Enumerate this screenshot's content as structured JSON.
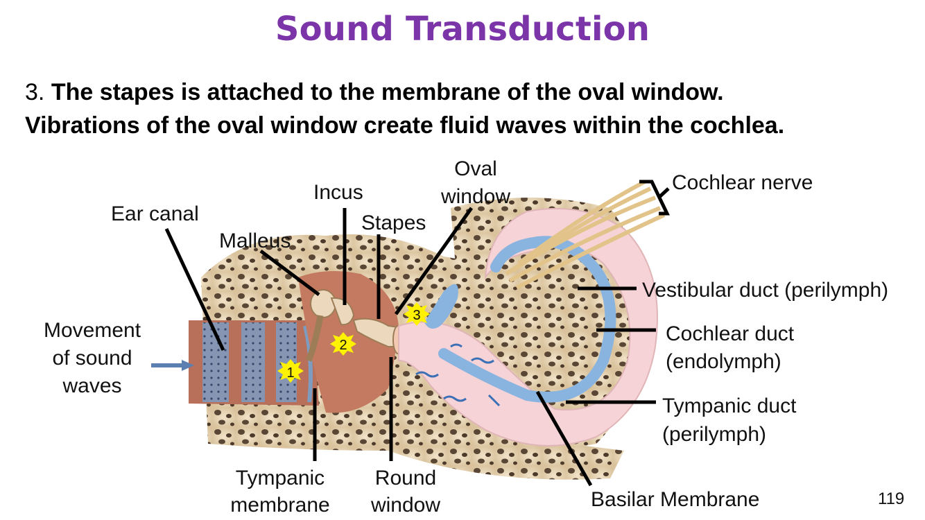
{
  "slide": {
    "title": "Sound Transduction",
    "line1_number": "3.",
    "line1_text": "The stapes is attached to the membrane of the oval window.",
    "line2_text": "Vibrations of the oval window create fluid waves within the cochlea.",
    "page_number": "119"
  },
  "labels": {
    "ear_canal": "Ear canal",
    "malleus": "Malleus",
    "incus": "Incus",
    "stapes": "Stapes",
    "oval_window_1": "Oval",
    "oval_window_2": "window",
    "cochlear_nerve": "Cochlear nerve",
    "vestibular_duct": "Vestibular duct (perilymph)",
    "cochlear_duct_1": "Cochlear duct",
    "cochlear_duct_2": "(endolymph)",
    "tympanic_duct_1": "Tympanic duct",
    "tympanic_duct_2": "(perilymph)",
    "movement_1": "Movement",
    "movement_2": "of sound",
    "movement_3": "waves",
    "tympanic_membrane_1": "Tympanic",
    "tympanic_membrane_2": "membrane",
    "round_window_1": "Round",
    "round_window_2": "window",
    "basilar_membrane": "Basilar Membrane"
  },
  "step_markers": [
    "1",
    "2",
    "3"
  ],
  "colors": {
    "title": "#7b35a8",
    "bone": "#e8d6b8",
    "canal_tissue": "#b8705a",
    "middle_ear": "#c47a60",
    "cochlea_pink": "#f6d3d6",
    "duct_blue": "#8ab4e0",
    "marker": "#fff200"
  }
}
